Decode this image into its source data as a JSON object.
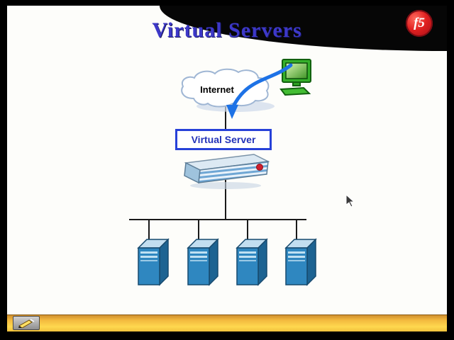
{
  "slide": {
    "title": "Virtual Servers",
    "title_color": "#3d38c8",
    "logo": {
      "text": "f5",
      "color": "#c01020"
    }
  },
  "diagram": {
    "internet_label": "Internet",
    "virtual_server_label": "Virtual Server",
    "server_count": 4,
    "icons": [
      "internet-cloud-icon",
      "client-computer-icon",
      "traffic-arrow-icon",
      "bigip-appliance-icon",
      "server-tower-icon"
    ],
    "colors": {
      "connector": "#1a1a1a",
      "arrow_blue": "#1d72e6",
      "box_border_blue": "#2741d8",
      "server_front": "#2f87c0"
    }
  },
  "toolbar": {
    "tool": "annotation-pencil",
    "background_top": "#cf8f2e",
    "background_bottom": "#ffd84f"
  }
}
